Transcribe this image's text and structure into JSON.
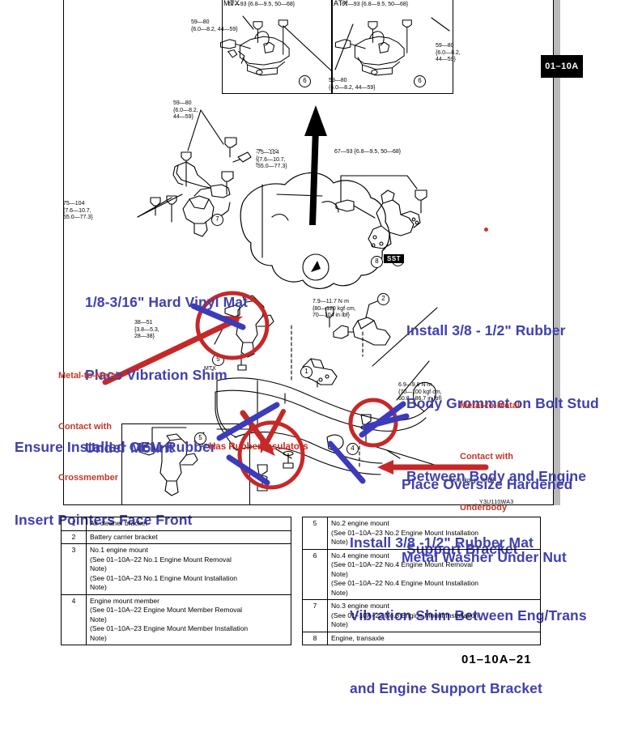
{
  "page": {
    "tab_label": "01–10A",
    "footer_label": "01–10A–21",
    "figure_code": "Y3U110WA3"
  },
  "diagram": {
    "detail_boxes": [
      {
        "id": "mtx",
        "label": "MTX"
      },
      {
        "id": "atx",
        "label": "ATX"
      },
      {
        "id": "atx_lower",
        "label": "ATX"
      }
    ],
    "inline_labels": {
      "mtx_mid": "MTX",
      "atx_lower": "ATX",
      "sst": "SST",
      "unit_note": "N·m {kgf·m, ft·lbf}"
    },
    "torque_specs": [
      {
        "id": "t1",
        "text": "67—93 {6.8—9.5, 50—68}"
      },
      {
        "id": "t2",
        "text": "67—93 {6.8—9.5, 50—68}"
      },
      {
        "id": "t3",
        "text": "59—80\n{6.0—8.2,\n44—59}"
      },
      {
        "id": "t4",
        "text": "59—80\n{6.0—8.2, 44—59}"
      },
      {
        "id": "t5",
        "text": "59—80\n{6.0—8.2, 44—59}"
      },
      {
        "id": "t6",
        "text": "59—80\n{6.0—8.2,\n44—59}"
      },
      {
        "id": "t7",
        "text": "75—104\n{7.6—10.7,\n55.0—77.3}"
      },
      {
        "id": "t8",
        "text": "67—93 {6.8—9.5, 50—68}"
      },
      {
        "id": "t9",
        "text": "7.9—11.7 N·m\n{80—120 kgf·cm,\n70—104 in·lbf}"
      },
      {
        "id": "t10",
        "text": "38—51\n{3.8—5.3,\n28—38}"
      },
      {
        "id": "t11",
        "text": "6.9—9.8 N·m\n{70—100 kgf·cm,\n60.8—86.7 in·lbf}"
      },
      {
        "id": "t12",
        "text": "67—93 {6.8—9.5, 50—68}"
      }
    ],
    "callout_numbers": [
      "1",
      "2",
      "3",
      "4",
      "5",
      "5",
      "6",
      "6",
      "7",
      "8"
    ]
  },
  "annotations": [
    {
      "id": "hard-vinyl-mat",
      "color": "#4040ac",
      "lines": [
        "1/8-3/16\" Hard Vinyl Mat",
        "Place Vibration Shim",
        "Under Mount"
      ]
    },
    {
      "id": "body-grommet",
      "color": "#4040ac",
      "lines": [
        "Install 3/8 - 1/2\" Rubber",
        "Body Grommet on Bolt Stud",
        "Between Body and Engine",
        "Support Bracket"
      ]
    },
    {
      "id": "oem-rubber-insert",
      "color": "#4040ac",
      "lines": [
        "Ensure Installed OEM Rubber",
        "Insert Pointers Face Front"
      ]
    },
    {
      "id": "oversize-washer",
      "color": "#4040ac",
      "lines": [
        "Place Oversize Hardened",
        "Metal Washer Under Nut"
      ]
    },
    {
      "id": "rubber-mat-shim",
      "color": "#4040ac",
      "lines": [
        "Install 3/8 -1/2\" Rubber Mat",
        "Vibration Shim Between Eng/Trans",
        "and Engine Support Bracket"
      ]
    },
    {
      "id": "metal-contact-crossmember",
      "color": "#c0392b",
      "lines": [
        "Metal-to-Metal",
        "Contact with",
        "Crossmember"
      ]
    },
    {
      "id": "metal-contact-underbody",
      "color": "#c0392b",
      "lines": [
        "Metal-to-Metal",
        "Contact with",
        "Underbody"
      ]
    },
    {
      "id": "rubber-insulators",
      "color": "#cc2b22",
      "lines": [
        "Has Rubber Insulators"
      ]
    }
  ],
  "parts_table": {
    "left": [
      {
        "num": "1",
        "desc": "Air cleaner bracket"
      },
      {
        "num": "2",
        "desc": "Battery carrier bracket"
      },
      {
        "num": "3",
        "desc": "No.1 engine mount\n(See 01–10A–22 No.1 Engine Mount Removal\nNote)\n(See 01–10A–23 No.1 Engine Mount Installation\nNote)"
      },
      {
        "num": "4",
        "desc": "Engine mount member\n(See 01–10A–22 Engine Mount Member Removal\nNote)\n(See 01–10A–23 Engine Mount Member Installation\nNote)"
      }
    ],
    "right": [
      {
        "num": "5",
        "desc": "No.2 engine mount\n(See 01–10A–23 No.2 Engine Mount Installation\nNote)"
      },
      {
        "num": "6",
        "desc": "No.4 engine mount\n(See 01–10A–22 No.4 Engine Mount Removal\nNote)\n(See 01–10A–22 No.4 Engine Mount Installation\nNote)"
      },
      {
        "num": "7",
        "desc": "No.3 engine mount\n(See 01–10A–22 No.3 Engine Mount Installation\nNote)"
      },
      {
        "num": "8",
        "desc": "Engine, transaxle"
      }
    ]
  },
  "colors": {
    "blue_annotation": "#4040ac",
    "red_annotation": "#c0392b",
    "red_marker": "#c62828",
    "blue_marker": "#3b3bbb",
    "page_tab_bg": "#000000"
  }
}
